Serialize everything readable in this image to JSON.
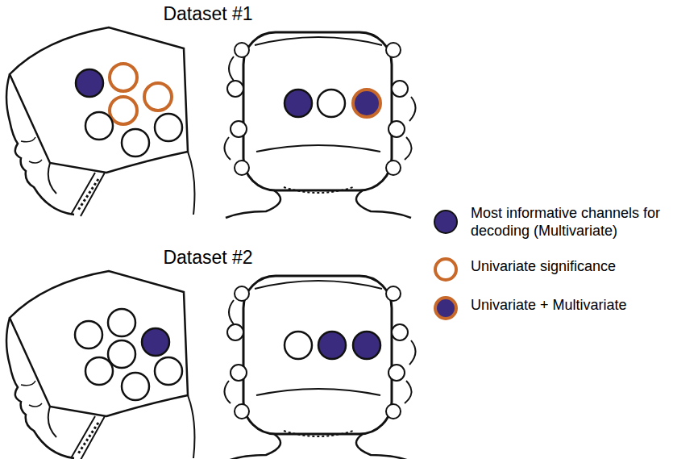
{
  "diagram": {
    "labels": [
      "Dataset #1",
      "Dataset #2"
    ],
    "legend": [
      {
        "text": "Most informative channels for decoding (Multivariate)",
        "color": "#3b2b7e"
      },
      {
        "text": "Univariate significance"
      },
      {
        "text": "Univariate + Multivariate"
      }
    ]
  }
}
